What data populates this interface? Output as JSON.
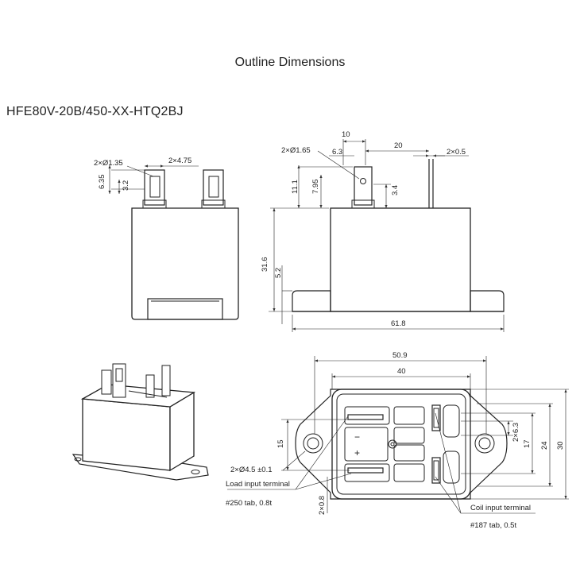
{
  "title": "Outline Dimensions",
  "model": "HFE80V-20B/450-XX-HTQ2BJ",
  "side_view": {
    "hole_dia": "2×Ø1.35",
    "tab_width": "2×4.75",
    "dim_635": "6.35",
    "dim_32": "3.2"
  },
  "front_view": {
    "hole_dia": "2×Ø1.65",
    "dim_10": "10",
    "dim_63": "6.3",
    "dim_20": "20",
    "dim_2x05": "2×0.5",
    "dim_111": "11.1",
    "dim_795": "7.95",
    "dim_34": "3.4",
    "dim_316": "31.6",
    "dim_52": "5.2",
    "dim_618": "61.8"
  },
  "bottom_view": {
    "dim_509": "50.9",
    "dim_40": "40",
    "dim_15": "15",
    "dim_2x63": "2×6.3",
    "dim_17": "17",
    "dim_24": "24",
    "dim_30": "30",
    "mount_hole": "2×Ø4.5 ±0.1",
    "load_terminal": "Load input terminal",
    "load_tab": "#250 tab, 0.8t",
    "dim_2x08": "2×0.8",
    "coil_terminal": "Coil input terminal",
    "coil_tab": "#187 tab, 0.5t",
    "minus": "−",
    "plus": "+"
  }
}
